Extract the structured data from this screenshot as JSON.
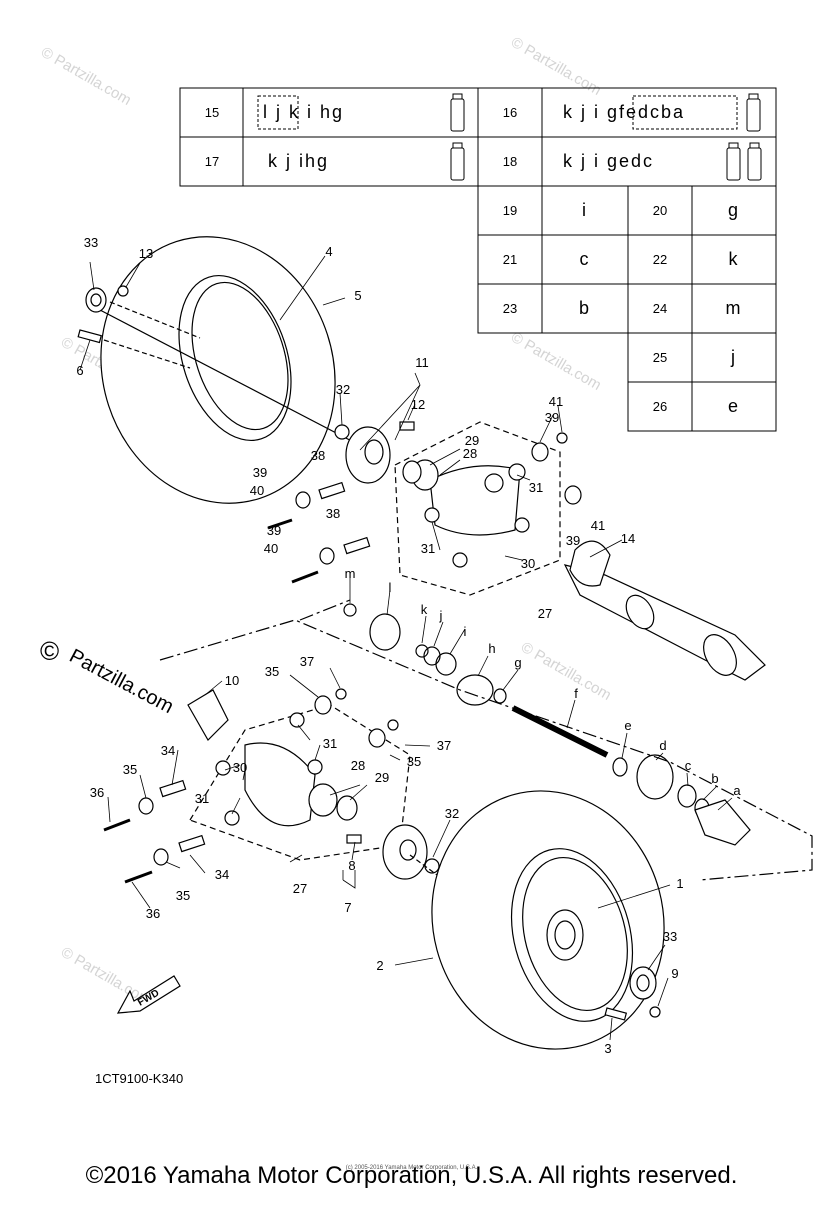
{
  "watermark": {
    "small": "© Partzilla.com",
    "large_symbol": "©",
    "large_text": "Partzilla.com"
  },
  "table": {
    "rows_wide": [
      {
        "ref": "15",
        "code": "l j k i hg"
      },
      {
        "ref": "16",
        "code": "k j i gfedcba"
      },
      {
        "ref": "17",
        "code": "k j ihg"
      },
      {
        "ref": "18",
        "code": "k j i gedc"
      }
    ],
    "rows_narrow": [
      {
        "ref_a": "19",
        "code_a": "i",
        "ref_b": "20",
        "code_b": "g"
      },
      {
        "ref_a": "21",
        "code_a": "c",
        "ref_b": "22",
        "code_b": "k"
      },
      {
        "ref_a": "23",
        "code_a": "b",
        "ref_b": "24",
        "code_b": "m"
      },
      {
        "ref_b": "25",
        "code_b": "j"
      },
      {
        "ref_b": "26",
        "code_b": "e"
      }
    ]
  },
  "callouts": [
    "1",
    "2",
    "3",
    "4",
    "5",
    "6",
    "7",
    "8",
    "9",
    "10",
    "11",
    "12",
    "13",
    "14",
    "27",
    "27",
    "28",
    "28",
    "29",
    "29",
    "30",
    "30",
    "31",
    "31",
    "31",
    "31",
    "32",
    "32",
    "33",
    "33",
    "34",
    "34",
    "35",
    "35",
    "35",
    "35",
    "36",
    "36",
    "37",
    "37",
    "38",
    "38",
    "39",
    "39",
    "39",
    "39",
    "40",
    "40",
    "41",
    "41",
    "a",
    "b",
    "c",
    "d",
    "e",
    "f",
    "g",
    "h",
    "i",
    "j",
    "k",
    "l",
    "m"
  ],
  "fwd_label": "FWD",
  "diagram_code": "1CT9100-K340",
  "copyright": "©2016 Yamaha Motor Corporation, U.S.A. All rights reserved.",
  "small_copyright": "(c) 2005-2016 Yamaha Motor Corporation, U.S.A."
}
